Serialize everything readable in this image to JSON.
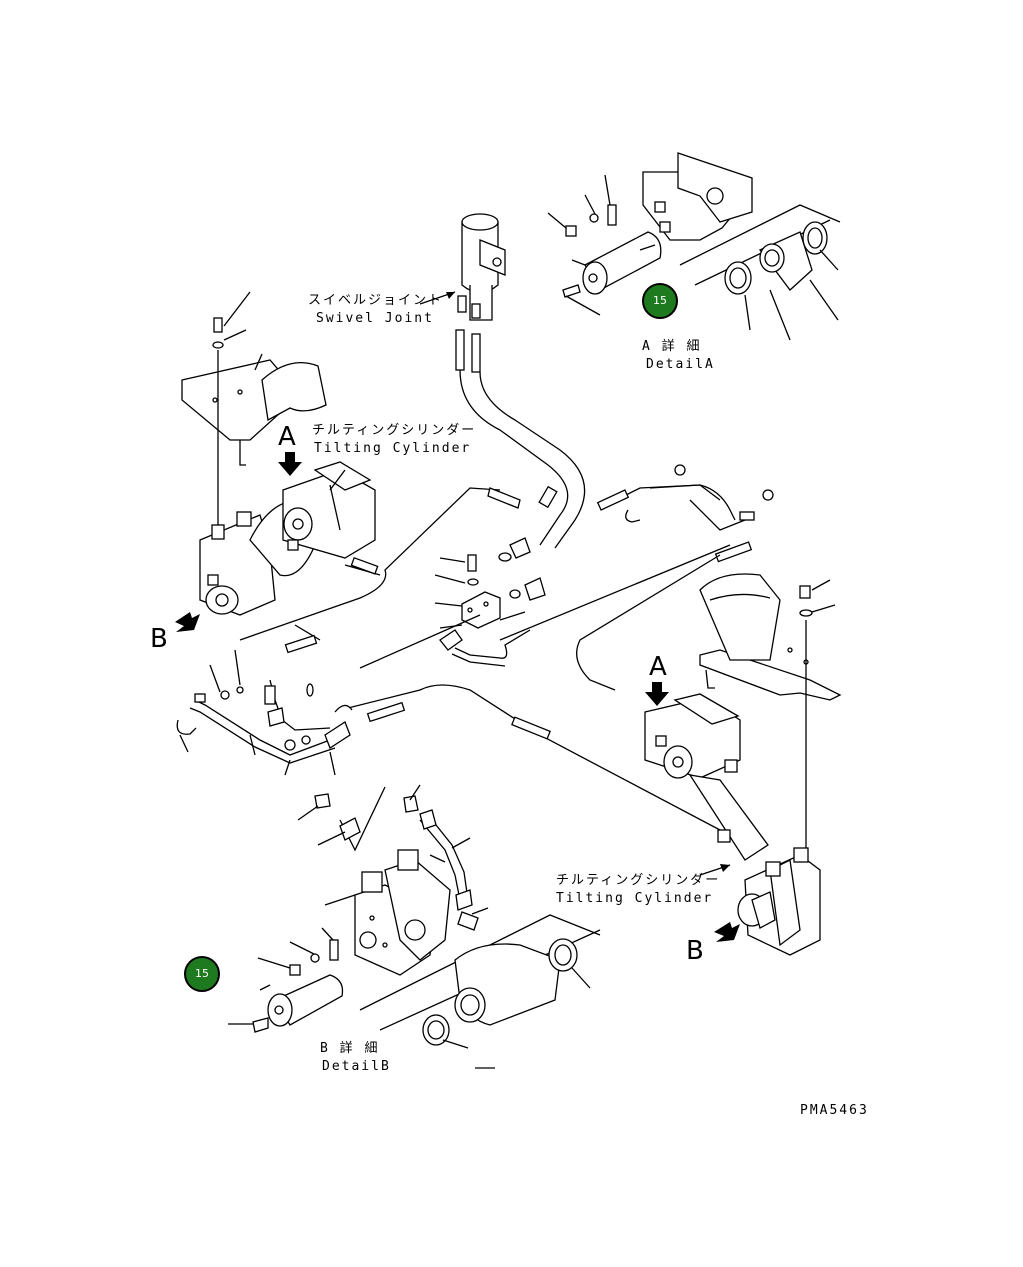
{
  "callouts": {
    "swivel_joint_jp": "スイベルジョイント",
    "swivel_joint_en": "Swivel Joint",
    "tilting_cylinder_upper_jp": "チルティングシリンダー",
    "tilting_cylinder_upper_en": "Tilting Cylinder",
    "tilting_cylinder_lower_jp": "チルティングシリンダー",
    "tilting_cylinder_lower_en": "Tilting Cylinder",
    "detail_a_jp": "A 詳 細",
    "detail_a_en": "DetailA",
    "detail_b_jp": "B 詳 細",
    "detail_b_en": "DetailB"
  },
  "view_markers": {
    "a_upper": "A",
    "b_upper": "B",
    "a_lower": "A",
    "b_lower": "B"
  },
  "part_badges": {
    "upper": "15",
    "lower": "15"
  },
  "drawing_number": "PMA5463",
  "colors": {
    "badge": "#1e7a1e",
    "line": "#000000",
    "background": "#ffffff"
  }
}
